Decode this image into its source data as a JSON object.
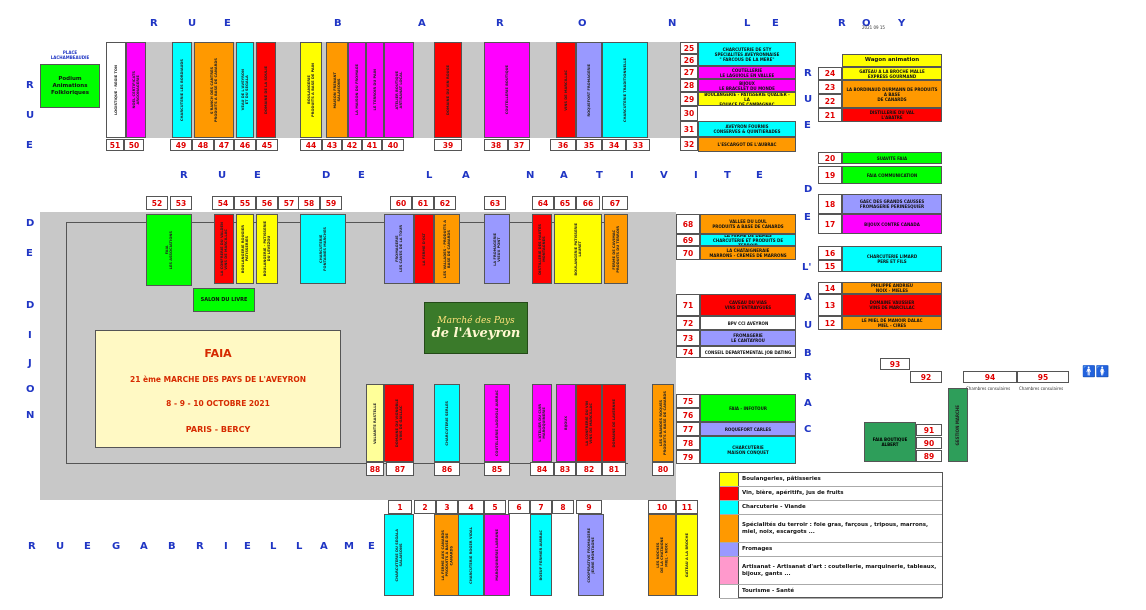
{
  "date": "2021 09 15",
  "streets": {
    "top": "RUE BARON LE ROY",
    "nativite": "RUE DE LA NATIVITE",
    "bottom": "RUE GABRIEL LAME",
    "left_top": "RUE",
    "left": "RUE DE DIJON",
    "right": "RUE DE L'AUBRAC"
  },
  "place_label": "PLACE LACHAMBEAUDIE",
  "podium": "Podium\nAnimations\nFolkloriques",
  "salon": "SALON DU LIVRE",
  "faia": {
    "title": "FAIA",
    "subtitle": "21 ème MARCHE DES PAYS DE L'AVEYRON",
    "dates": "8 - 9 - 10 OCTOBRE 2021",
    "city": "PARIS - BERCY"
  },
  "logo": {
    "line1": "Marché des Pays",
    "line2": "de l'Aveyron"
  },
  "wagon": "Wagon animation",
  "chambre1": "Chambres consulaires",
  "chambre2": "Chambres consulaires",
  "gestion": "GESTION MARCHE",
  "faia_boutique": "FAIA BOUTIQUE\nALBERT",
  "legend": [
    {
      "color": "#ffff00",
      "text": "Boulangeries, pâtisseries"
    },
    {
      "color": "#ff0000",
      "text": "Vin, bière, apéritifs, jus de fruits"
    },
    {
      "color": "#00ffff",
      "text": "Charcuterie - Viande"
    },
    {
      "color": "#ff9900",
      "text": "Spécialités du terroir : foie gras, farçous , tripous, marrons, miel, noix, escargots ..."
    },
    {
      "color": "#9999ff",
      "text": "Fromages"
    },
    {
      "color": "#ff99cc",
      "text": "Artisanat - Artisanat d'art : coutellerie, marquinerie, tableaux, bijoux, gants ..."
    },
    {
      "color": "#ffffff",
      "text": "Tourisme - Santé"
    }
  ],
  "top_numbers": [
    "51",
    "50",
    "49",
    "48",
    "47",
    "46",
    "45",
    "44",
    "43",
    "42",
    "41",
    "40",
    "39",
    "38",
    "37",
    "36",
    "35",
    "34",
    "33"
  ],
  "top_stalls": [
    {
      "c": "#ffffff",
      "t": "LOGISTIQUE - REGIE TON"
    },
    {
      "c": "#ff00ff",
      "t": "NOEL CERTIFICATS\nARGONAGERIE"
    },
    {
      "c": "#00ffff",
      "t": "CHARCUTERIE LES BORDIAUDS"
    },
    {
      "c": "#ff9900",
      "t": "S'RANCH DES CANTRES\nPRODUITS A BASE DE CANARDS"
    },
    {
      "c": "#00ffff",
      "t": "VEAU DE L'AVEYRON\nET DU SEGALA"
    },
    {
      "c": "#ff0000",
      "t": "DOMAINE DE LA SOULIE"
    },
    {
      "c": "#ffff00",
      "t": "BOULANGERIE\nPRODUITS A BASE DE PAIN"
    },
    {
      "c": "#ff9900",
      "t": "MAISON FRENANT\nSALAISONS"
    },
    {
      "c": "#ff00ff",
      "t": "LA MAISON DU FROMAGE"
    },
    {
      "c": "#ff00ff",
      "t": "LE TERROIR DU PAIN"
    },
    {
      "c": "#ff00ff",
      "t": "ATELIER BOUTIQUE\nARTISANAT LOCAL"
    },
    {
      "c": "#ff0000",
      "t": "DOMAINE DU VIN ROUGE"
    },
    {
      "c": "#ff00ff",
      "t": "COUTELLERIE BOUTIQUE"
    },
    {
      "c": "#ff0000",
      "t": "VINS DE MARCILLAC"
    },
    {
      "c": "#9999ff",
      "t": "ROQUEFORT FROMAGERIE"
    },
    {
      "c": "#00ffff",
      "t": "CHARCUTERIE TRADITIONNELLE"
    }
  ],
  "right_numbers": [
    "25",
    "26",
    "27",
    "28",
    "29",
    "30",
    "31",
    "32"
  ],
  "right_stalls": [
    {
      "c": "#00ffff",
      "t": "CHARCUTERIE DE STY\nSPECIALITES AVEYRONNAISE\n\" FARCOUS DE LA MERE\""
    },
    {
      "c": "#ff00ff",
      "t": "COUTELLERIE\nLE LAGUIOLE EN VALLEE"
    },
    {
      "c": "#ff00ff",
      "t": "BIJOUX\nLE BRACELET DU MONDE"
    },
    {
      "c": "#ffff00",
      "t": "BOULANGERIE - PATISSERIE QUALIER - LA\nFOUACE DE CAMPAGNAC"
    },
    {
      "c": "#00ffff",
      "t": "AVEYRON FOURNIS\nCONSERVES & QUINTIERADES"
    },
    {
      "c": "#ff9900",
      "t": "L'ESCARGOT DE L'AUBRAC"
    }
  ],
  "far_right_numbers": [
    "24",
    "23",
    "22",
    "21",
    "20",
    "19",
    "18",
    "17",
    "16",
    "15",
    "14",
    "13",
    "12"
  ],
  "far_right_stalls": [
    {
      "c": "#ffff00",
      "t": "GATEAU A LA BROCHE MALLE\nEXPRESS GOURMAND"
    },
    {
      "c": "#ff9900",
      "t": "LA BORDINAUD DURMANN DE PRODUITS A BASE\nDE CANARDS"
    },
    {
      "c": "#ff0000",
      "t": "DISTILLERIE DU VAL\nL'ABATRE"
    },
    {
      "c": "#00ff00",
      "t": "SUAVITE FAIA"
    },
    {
      "c": "#00ff00",
      "t": "FAIA COMMUNICATION"
    },
    {
      "c": "#9999ff",
      "t": "GAEC DES GRANDS CAUSSES\nFROMAGERIE PERINESQUIER"
    },
    {
      "c": "#ff00ff",
      "t": "BIJOUX CONTRE CANADA"
    },
    {
      "c": "#00ffff",
      "t": "CHARCUTERIE LIMARD\nPERE ET FILS"
    },
    {
      "c": "#ff9900",
      "t": "PHILIPPE ANDRIEU\nNOIX - MIELES"
    },
    {
      "c": "#ff0000",
      "t": "DOMAINE VAUSSIER\nVINS DE MARCILLAC"
    },
    {
      "c": "#ff9900",
      "t": "LE MIEL DE MANOIR DALAC\nMIEL - CIRES"
    }
  ],
  "nat_numbers": [
    "52",
    "53",
    "54",
    "55",
    "56",
    "57",
    "58",
    "59",
    "60",
    "61",
    "62",
    "63",
    "64",
    "65",
    "66",
    "67"
  ],
  "nat_stalls": [
    {
      "c": "#00ff00",
      "t": "FAIA\nLES ASSOCIATIONS"
    },
    {
      "c": "#ff0000",
      "t": "LA CONFRERIE DU VALDEN\nVINS DE MARCILLAC"
    },
    {
      "c": "#ffff00",
      "t": "BOULANGERIE ROUGIER\nPATISSERIES"
    },
    {
      "c": "#ffff00",
      "t": "BOULANGERIE - PATISSERIE\nDU LEVEZOU"
    },
    {
      "c": "#00ffff",
      "t": "CHARCUTERIE\nFONTAINES MARCHES"
    },
    {
      "c": "#9999ff",
      "t": "FROMAGERIE\nLES CAVES DE LA TOUR"
    },
    {
      "c": "#ff0000",
      "t": "LA FERME D'OLT"
    },
    {
      "c": "#ff9900",
      "t": "LES VALLADES - PRODUITS A\nBASE DE CANARDS"
    },
    {
      "c": "#9999ff",
      "t": "LA FROMAGERIE\nVIEUX PONT"
    },
    {
      "c": "#ff0000",
      "t": "DISTILLERIE DES HAUTES\nMONTAGNES"
    },
    {
      "c": "#ffff00",
      "t": "BOULANGERIE PATISSERIE\nLAURET"
    },
    {
      "c": "#ff9900",
      "t": "FERME DE CAVIMAC\nPRODUITS DU TERROIR"
    }
  ],
  "mid_right_numbers": [
    "68",
    "69",
    "70",
    "71",
    "72",
    "73",
    "74"
  ],
  "mid_right_stalls": [
    {
      "c": "#ff9900",
      "t": "VALLEE DU LOUL\nPRODUITS A BASE DE CANARDS"
    },
    {
      "c": "#00ffff",
      "t": "LA FERME DE DAMAS\nCHARCUTERIE ET PRODUITS DE TERROIR"
    },
    {
      "c": "#ff9900",
      "t": "LA CHATAIGNERAIE\nMARRONS - CREMES DE MARRONS"
    },
    {
      "c": "#ff0000",
      "t": "CAVEAU DU VIAS\nVINS D'ENTRAYGUES"
    },
    {
      "c": "#ffffff",
      "t": "BPV CCI AVEYRON"
    },
    {
      "c": "#9999ff",
      "t": "FROMAGERIE\nLE CANTAYROU"
    },
    {
      "c": "#ffffff",
      "t": "CONSEIL DEPARTEMENTAL JOB DATING"
    }
  ],
  "inner_bottom_numbers": [
    "88",
    "87",
    "86",
    "85",
    "84",
    "83",
    "82",
    "81",
    "80"
  ],
  "inner_bottom_stalls": [
    {
      "c": "#ffff99",
      "t": "VALIANTE RASTELLE"
    },
    {
      "c": "#ff0000",
      "t": "DOMAINE DU VIGNOBLE\nVINS DE GAILLAC"
    },
    {
      "c": "#00ffff",
      "t": "CHARCUTERIE SERLES"
    },
    {
      "c": "#ff00ff",
      "t": "COUTELLERIE LAGUIOLE AUBRAC"
    },
    {
      "c": "#ff00ff",
      "t": "L'ATELIER DU CUIR\nMAROQUINERIE"
    },
    {
      "c": "#ff00ff",
      "t": "BIJOUX"
    },
    {
      "c": "#ff0000",
      "t": "LA CONFRERIE DU VIN\nVINS DE MARCILLAC"
    },
    {
      "c": "#ff0000",
      "t": "DOMAINE DE LAVERNHE"
    },
    {
      "c": "#ff9900",
      "t": "LES GRANDES ROQUES\nPRODUITS A BASE DE CANARDS"
    }
  ],
  "right_lower_numbers": [
    "75",
    "76",
    "77",
    "78",
    "79"
  ],
  "right_lower_stalls": [
    {
      "c": "#00ff00",
      "t": "FAIA - INFOTOUR"
    },
    {
      "c": "#9999ff",
      "t": "ROQUEFORT CARLES"
    },
    {
      "c": "#00ffff",
      "t": "CHARCUTERIE\nMAISON CONQUET"
    }
  ],
  "bottom_numbers": [
    "1",
    "2",
    "3",
    "4",
    "5",
    "6",
    "7",
    "8",
    "9",
    "10",
    "11"
  ],
  "bottom_stalls": [
    {
      "c": "#00ffff",
      "t": "CHARCUTERIE DU SEGALA\nSALAISONS"
    },
    {
      "c": "#ff9900",
      "t": "LA FERME AUX CANARDS\nPRODUITS A BASE DE\nCANARDS"
    },
    {
      "c": "#00ffff",
      "t": "CHARCUTERIE ROGER VIDAL"
    },
    {
      "c": "#ff00ff",
      "t": "MAROQUINERIE LABRUNE"
    },
    {
      "c": "#00ffff",
      "t": "BOEUF FERMIER AUBRAC"
    },
    {
      "c": "#9999ff",
      "t": "COOPERATIVE FROMAGERE\nJEUNE MONTAGNE"
    },
    {
      "c": "#ff9900",
      "t": "LES NOCHES\nDE LA CHATAIGNE\nMIEL - NOIX"
    },
    {
      "c": "#ffff00",
      "t": "GATEAU A LA BROCHE"
    }
  ],
  "far_right_extra": [
    "93",
    "92",
    "94",
    "95",
    "91",
    "90",
    "89"
  ]
}
